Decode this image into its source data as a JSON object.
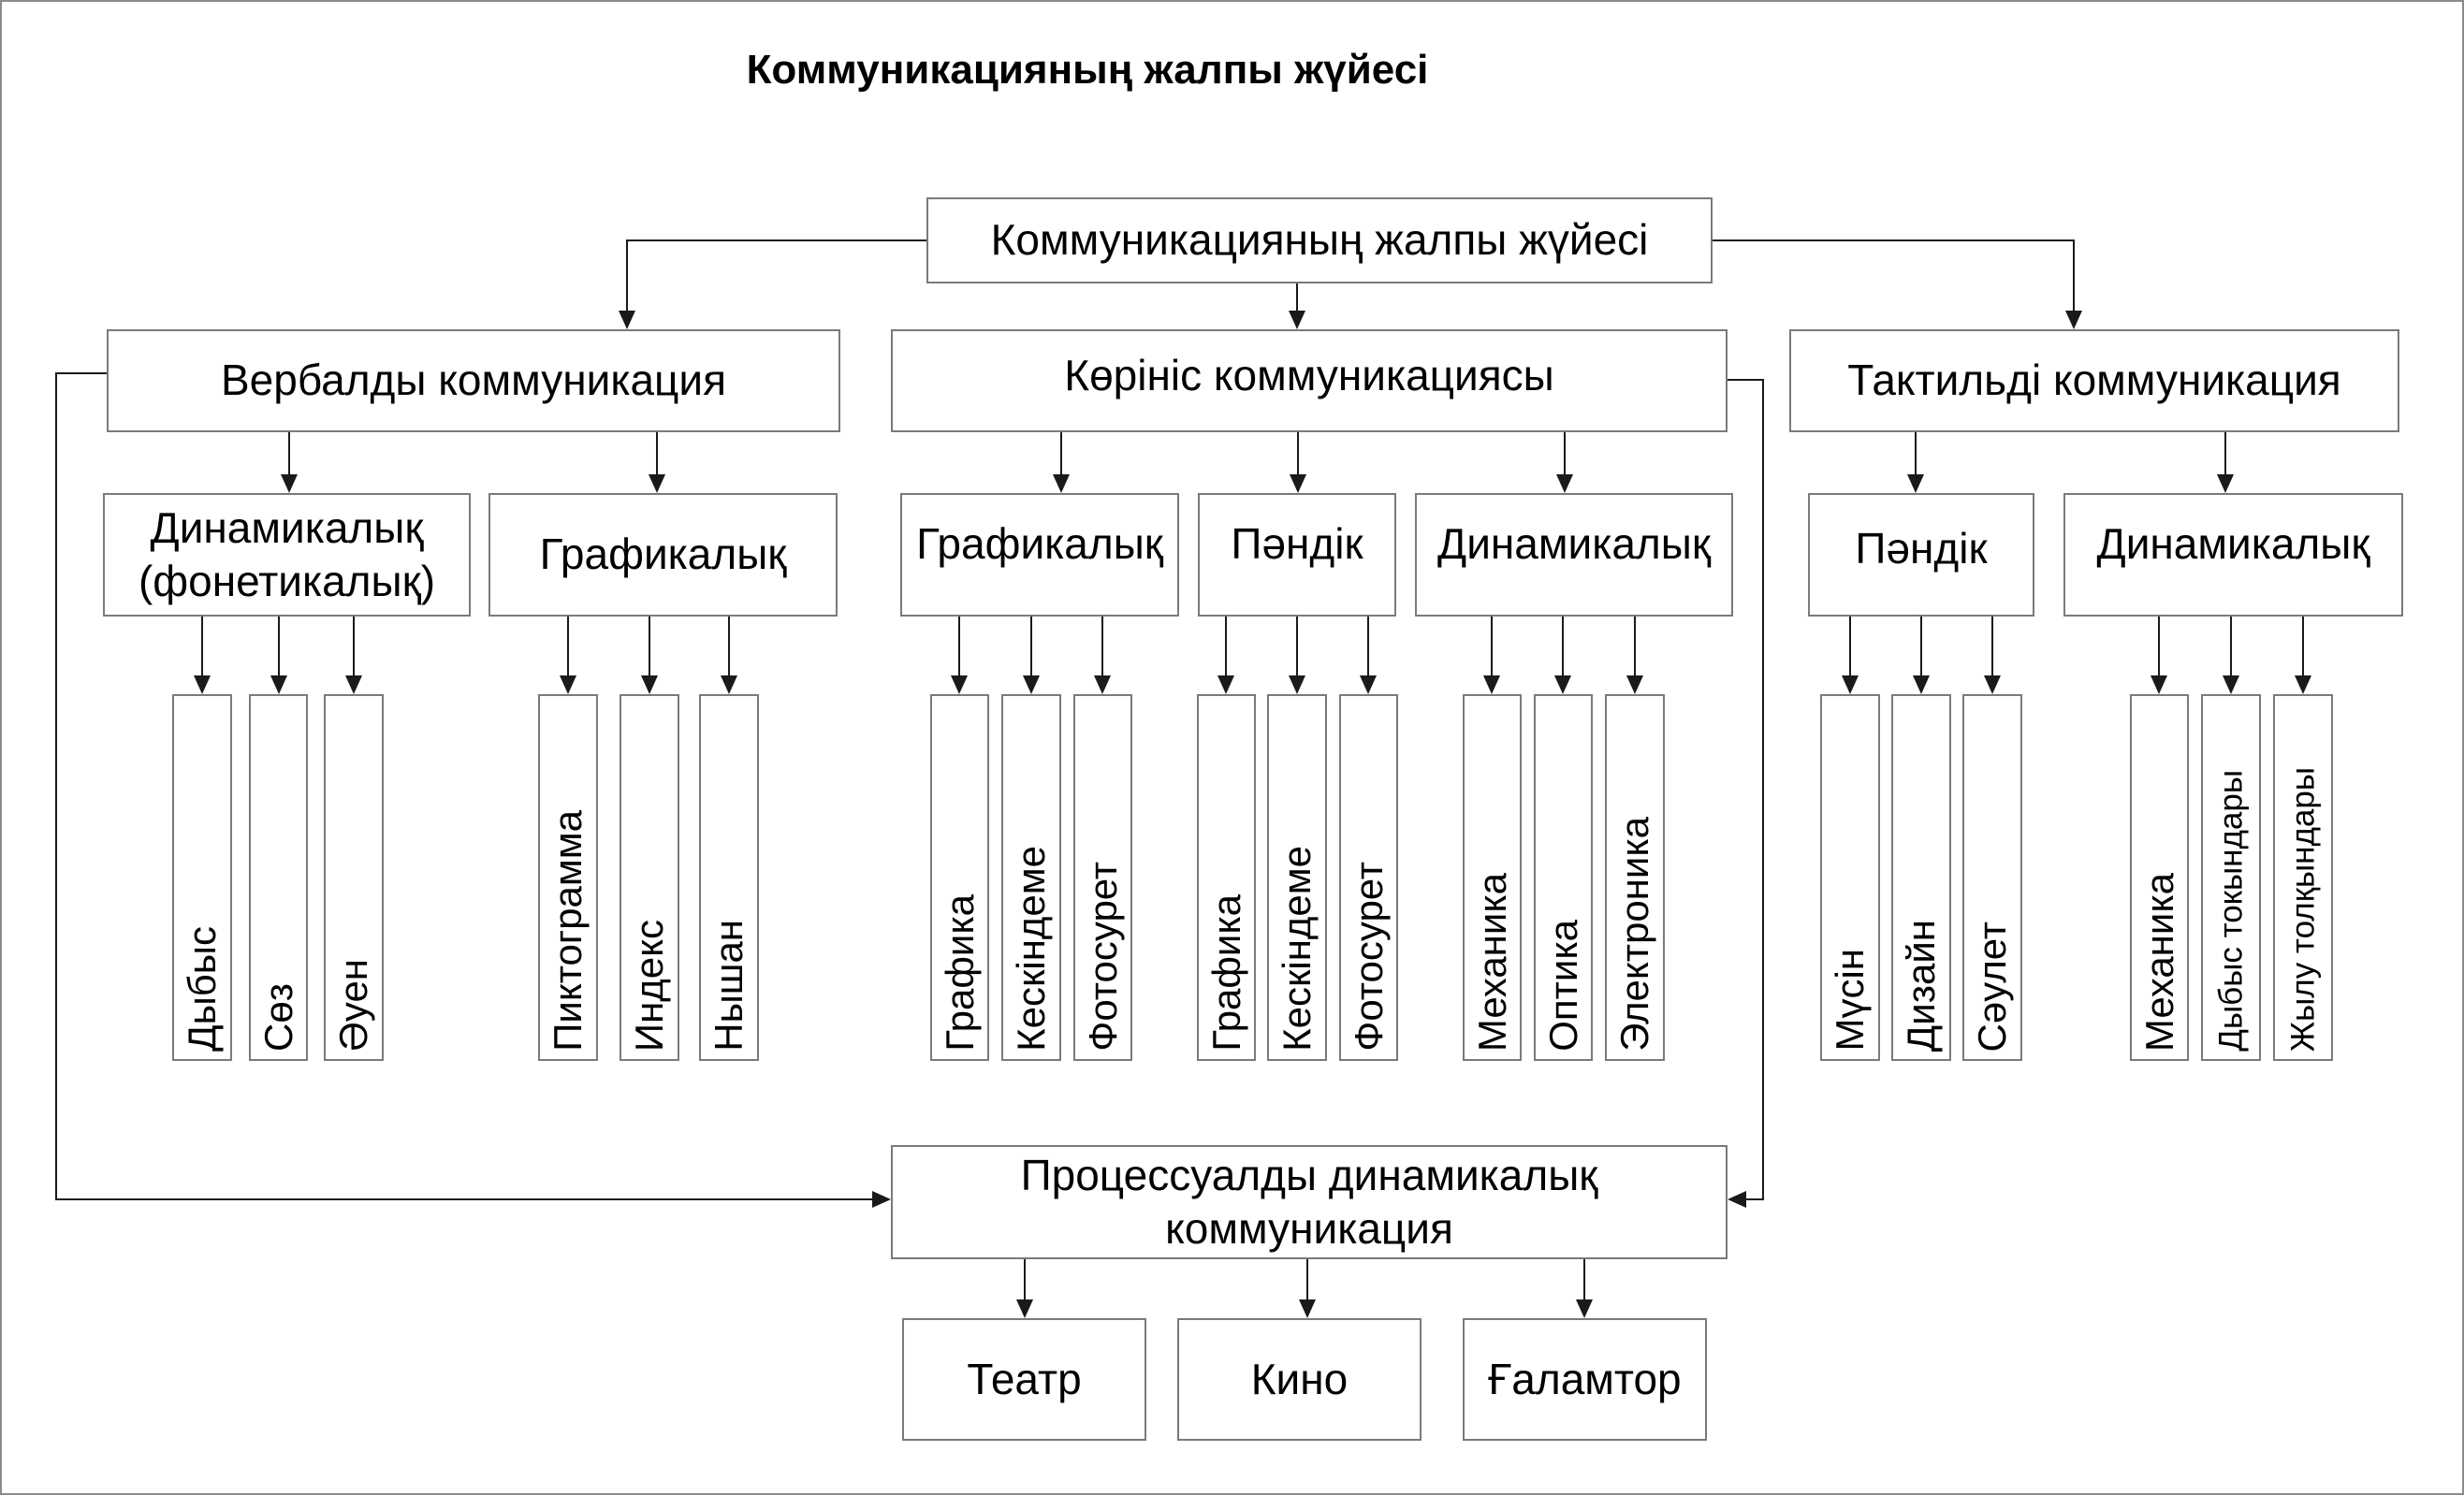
{
  "diagram": {
    "title": "Коммуникацияның жалпы жүйесі",
    "root": "Коммуникацияның жалпы жүйесі",
    "verbal": {
      "label": "Вербалды коммуникация",
      "dynamic": {
        "label": "Динамикалық (фонетикалық)",
        "items": [
          "Дыбыс",
          "Сөз",
          "Әуен"
        ]
      },
      "graphic": {
        "label": "Графикалық",
        "items": [
          "Пиктограмма",
          "Индекс",
          "Нышан"
        ]
      }
    },
    "visual": {
      "label": "Көрініс коммуникациясы",
      "graphic": {
        "label": "Графикалық",
        "items": [
          "Графика",
          "Кескіндеме",
          "Фотосурет"
        ]
      },
      "subject": {
        "label": "Пәндік",
        "items": [
          "Графика",
          "Кескіндеме",
          "Фотосурет"
        ]
      },
      "dynamic": {
        "label": "Динамикалық",
        "items": [
          "Механика",
          "Оптика",
          "Электроника"
        ]
      }
    },
    "tactile": {
      "label": "Тактильді коммуникация",
      "subject": {
        "label": "Пәндік",
        "items": [
          "Мүсін",
          "Дизайн",
          "Сәулет"
        ]
      },
      "dynamic": {
        "label": "Динамикалық",
        "items": [
          "Механика",
          "Дыбыс токындары",
          "Жылу толқындары"
        ]
      }
    },
    "process": {
      "label": "Процессуалды динамикалық коммуникация",
      "items": [
        "Театр",
        "Кино",
        "Ғаламтор"
      ]
    }
  }
}
